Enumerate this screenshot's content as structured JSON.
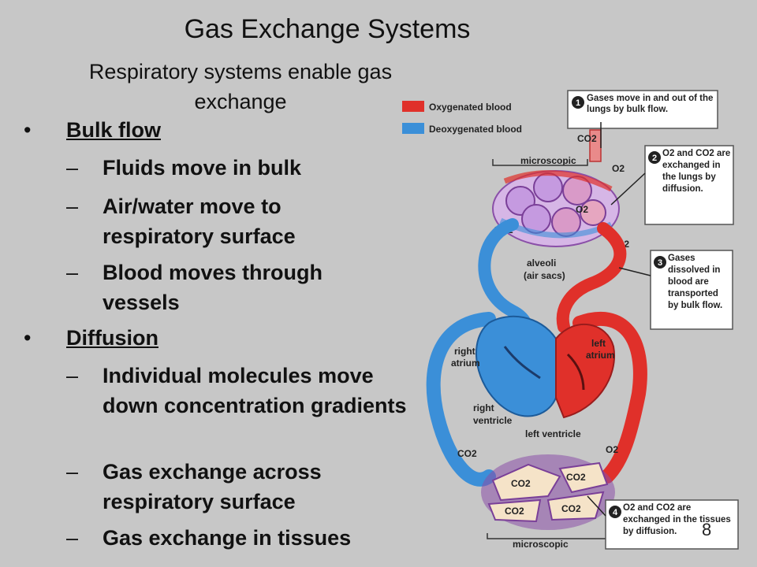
{
  "title": "Gas Exchange Systems",
  "subtitle": "Respiratory systems enable gas exchange",
  "bullets": [
    {
      "heading": "Bulk flow",
      "items": [
        "Fluids move in bulk",
        "Air/water move to respiratory surface",
        "Blood moves through vessels"
      ]
    },
    {
      "heading": "Diffusion",
      "items": [
        "Individual molecules move down concentration gradients",
        "Gas exchange across respiratory surface",
        "Gas exchange in tissues"
      ]
    }
  ],
  "figure": {
    "legend": {
      "oxygenated": "Oxygenated blood",
      "deoxygenated": "Deoxygenated blood",
      "oxygenated_color": "#e0302a",
      "deoxygenated_color": "#3b8fd8"
    },
    "callouts": [
      {
        "num": "1",
        "text": "Gases move in and out of the lungs by bulk flow."
      },
      {
        "num": "2",
        "text": "O2 and CO2 are exchanged in the lungs by diffusion."
      },
      {
        "num": "3",
        "text": "Gases dissolved in blood are transported by bulk flow."
      },
      {
        "num": "4",
        "text": "O2 and CO2 are exchanged in the tissues by diffusion."
      }
    ],
    "labels": {
      "co2": "CO2",
      "o2": "O2",
      "microscopic_top": "microscopic",
      "microscopic_bottom": "microscopic",
      "alveoli": "alveoli",
      "air_sacs": "(air sacs)",
      "right_atrium_1": "right",
      "right_atrium_2": "atrium",
      "left_atrium_1": "left",
      "left_atrium_2": "atrium",
      "right_ventricle_1": "right",
      "right_ventricle_2": "ventricle",
      "left_ventricle": "left ventricle"
    }
  },
  "page_number": "8"
}
